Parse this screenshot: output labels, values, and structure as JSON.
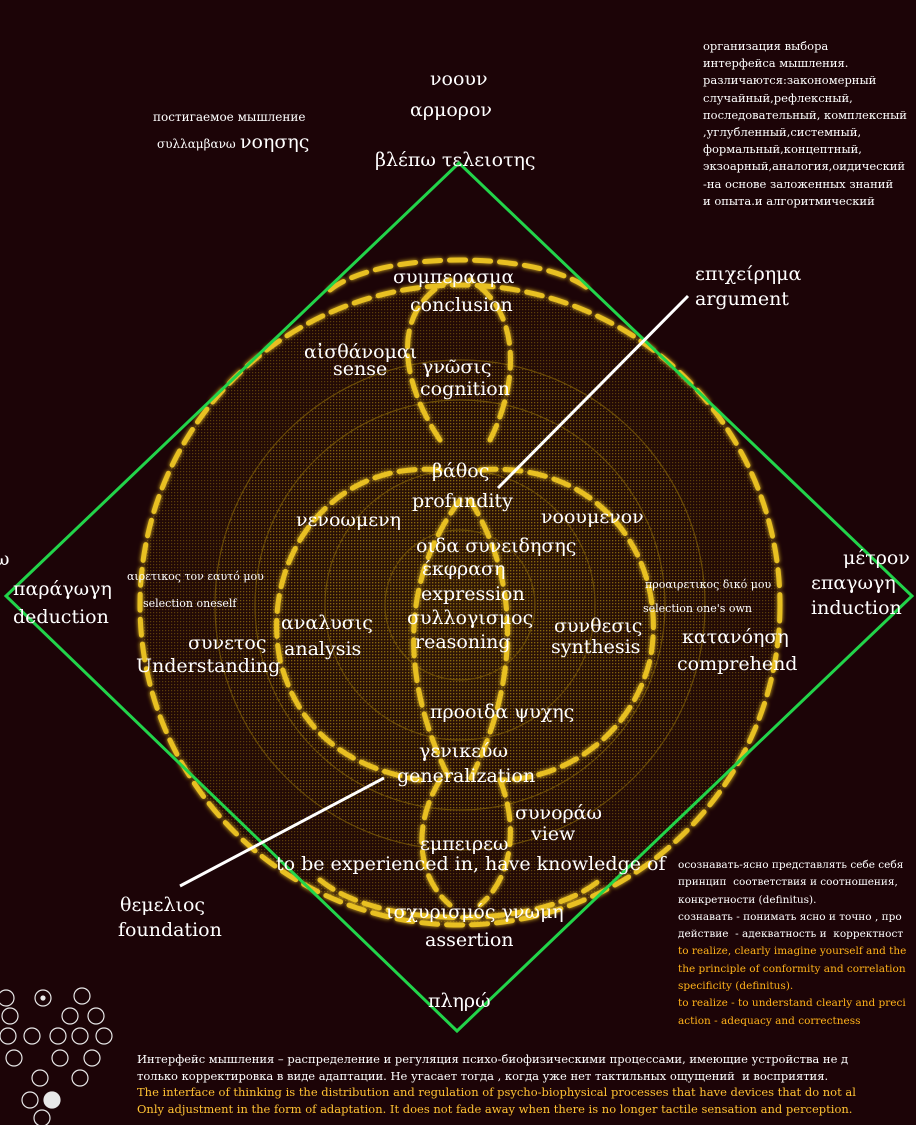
{
  "colors": {
    "background": "#1c0407",
    "frame": "#22d44a",
    "glow": "#e8c020",
    "mesh": "#7a5a08",
    "text": "#ffffff",
    "text_yellow": "#ffb21a"
  },
  "top": {
    "nooun": "νοουν",
    "armoron": "αρμορον",
    "blepo": "βλέπω τελειοτης"
  },
  "top_left": {
    "line1": "постигаемое мышление",
    "line2_small": "συλλαμβανω",
    "line2_big": "νοησης"
  },
  "top_right_note": [
    "организация выбора",
    "интерфейса мышления.",
    "различаются:закономерный",
    "случайный,рефлексный,",
    "последовательный, комплексный",
    ",углубленный,системный,",
    "формальный,концептный,",
    "экзоарный,аналогия,оидический",
    "-на основе заложенных знаний",
    "и опыта.и алгоритмический"
  ],
  "argument": {
    "greek": "επιχείρημα",
    "english": "argument"
  },
  "conclusion": {
    "greek": "συμπερασμα",
    "english": "conclusion"
  },
  "sense": {
    "greek": "αἰσθάνομαι",
    "english": "sense"
  },
  "cognition": {
    "greek": "γνῶσις",
    "english": "cognition"
  },
  "profundity": {
    "greek": "βάθος",
    "english": "profundity"
  },
  "venomeni": "νενοωμενη",
  "nooumenon": "νοουμενον",
  "oida": "οιδα συνειδησης",
  "expression": {
    "greek": "έκφραση",
    "english": "expression"
  },
  "reasoning": {
    "greek": "συλλογισμος",
    "english": "reasoning"
  },
  "analysis": {
    "greek": "αναλυσις",
    "english": "analysis"
  },
  "synthesis": {
    "greek": "συνθεσις",
    "english": "synthesis"
  },
  "left_side": {
    "edge_char": "ω",
    "paragogi": "παράγωγη",
    "deduction": "deduction",
    "airetikos": "αιρετικος τον εαυτό μου",
    "selection_oneself": "selection oneself",
    "synetos": "συνετος",
    "understanding": "Understanding"
  },
  "right_side": {
    "metron": "μέτρον",
    "epagogi": "επαγωγη",
    "induction": "induction",
    "proairetikos": "προαιρετικος δικό μου",
    "selection_own": "selection one's own",
    "katanoisi": "κατανόηση",
    "comprehend": "comprehend"
  },
  "prooida": "προοιδα ψυχης",
  "generalization": {
    "greek": "γενικεύω",
    "english": "generalization"
  },
  "view": {
    "greek": "συνοράω",
    "english": "view"
  },
  "experienced": {
    "greek": "εμπειρεω",
    "english": "to be experienced in, have knowledge of"
  },
  "foundation": {
    "greek": "θεμελιος",
    "english": "foundation"
  },
  "assertion": {
    "greek": "ισχυρισμός γνωμη",
    "english": "assertion"
  },
  "pliro": "πληρώ",
  "bottom_right_note": {
    "white": [
      "осознавать-ясно представлять себе себя",
      "принцип  соответствия и соотношения,",
      "конкретности (definitus).",
      "сознавать - понимать ясно и точно , про",
      "действие  - адекватность и  корректност"
    ],
    "yellow": [
      "to realize, clearly imagine yourself and the",
      "the principle of conformity and correlation",
      "specificity (definitus).",
      "to realize - to understand clearly and preci",
      "action - adequacy and correctness"
    ]
  },
  "footer": {
    "ru1": "Интерфейс мышления – распределение и регуляция психо-биофизическими процессами, имеющие устройства не д",
    "ru2": "только корректировка в виде адаптации. Не угасает тогда , когда уже нет тактильных ощущений  и восприятия.",
    "en1": "The interface of thinking is the distribution and regulation of psycho-biophysical processes that have devices that do not al",
    "en2": "Only adjustment in the form of adaptation. It does not fade away when there is no longer tactile sensation and perception."
  }
}
